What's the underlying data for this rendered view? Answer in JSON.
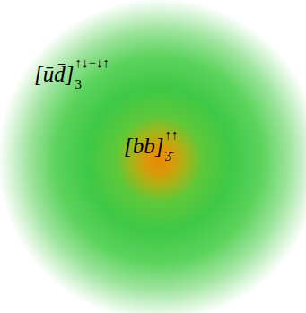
{
  "diagram": {
    "nodes": [
      {
        "text": [
          "[ūd̄]",
          "↑↓−↓↑",
          "3"
        ]
      },
      {
        "text": [
          "[bb]",
          "↑↑",
          "3̄"
        ],
        "in": 0
      }
    ]
  }
}
